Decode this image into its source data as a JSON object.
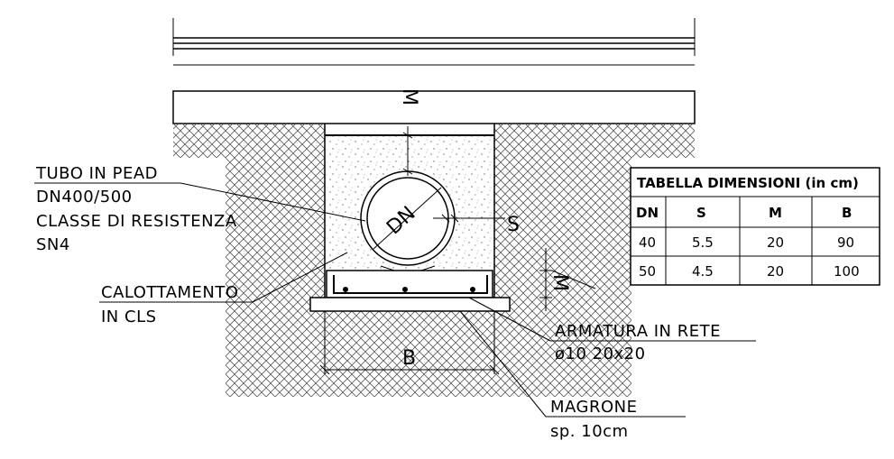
{
  "drawing": {
    "dim_m_top": "M",
    "dim_dn": "DN",
    "dim_s": "S",
    "dim_m_side": "M",
    "dim_b": "B",
    "label_pipe": {
      "line1": "TUBO IN PEAD",
      "line2": "DN400/500",
      "line3": "CLASSE DI RESISTENZA",
      "line4": "SN4"
    },
    "label_encasement": {
      "line1": "CALOTTAMENTO",
      "line2": "IN CLS"
    },
    "label_rebar": {
      "line1": "ARMATURA IN RETE",
      "line2": "ø10  20x20"
    },
    "label_lean": {
      "line1": "MAGRONE",
      "line2": "sp. 10cm"
    }
  },
  "table": {
    "title": "TABELLA DIMENSIONI (in cm)",
    "headers": [
      "DN",
      "S",
      "M",
      "B"
    ],
    "rows": [
      [
        "40",
        "5.5",
        "20",
        "90"
      ],
      [
        "50",
        "4.5",
        "20",
        "100"
      ]
    ]
  }
}
